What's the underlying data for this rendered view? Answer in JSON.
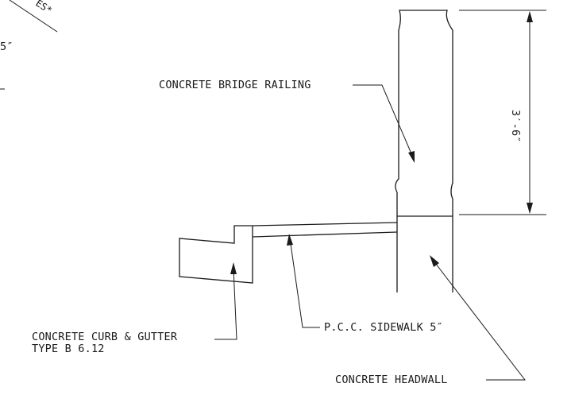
{
  "labels": {
    "bridge_railing": "CONCRETE BRIDGE RAILING",
    "curb_line1": "CONCRETE CURB & GUTTER",
    "curb_line2": "TYPE B 6.12",
    "sidewalk": "P.C.C. SIDEWALK 5″",
    "headwall": "CONCRETE HEADWALL",
    "dimension": "3′-6″",
    "cutoff_dim": "5″",
    "cutoff_diag": "ES*"
  },
  "colors": {
    "ink": "#1a1a1a",
    "background": "#ffffff"
  }
}
